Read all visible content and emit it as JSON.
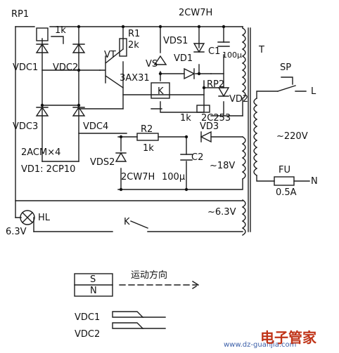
{
  "labels": {
    "rp1": "RP1",
    "rp1_val": "1k",
    "vdc1": "VDC1",
    "vdc2": "VDC2",
    "vdc3": "VDC3",
    "vdc4": "VDC4",
    "vt": "VT",
    "vt_type": "3AX31",
    "r1": "R1",
    "r1_val": "2k",
    "vs": "VS",
    "k_relay": "K",
    "zener_top": "2CW7H",
    "vds1": "VDS1",
    "vd1": "VD1",
    "c1": "C1",
    "c1_val": "100μ",
    "t": "T",
    "sp": "SP",
    "rp2": "RP2",
    "rp2_val": "1k",
    "vd2": "VD2",
    "vd2_type": "2C253",
    "l": "L",
    "n": "N",
    "ac220": "~220V",
    "fu": "FU",
    "fu_val": "0.5A",
    "r2": "R2",
    "r2_val": "1k",
    "vd3": "VD3",
    "vds2": "VDS2",
    "c2": "C2",
    "c2_val": "100μ",
    "ac18": "~18V",
    "zener_bottom": "2CW7H",
    "note1": "2ACM×4",
    "note2": "VD1: 2CP10",
    "hl": "HL",
    "hl_v": "6.3V",
    "k_switch": "K",
    "ac63": "~6.3V"
  },
  "legend": {
    "s": "S",
    "n": "N",
    "direction": "运动方向",
    "vdc1": "VDC1",
    "vdc2": "VDC2"
  },
  "watermark": {
    "url": "www.dz-guanjia.com",
    "cn": "电子管家"
  }
}
